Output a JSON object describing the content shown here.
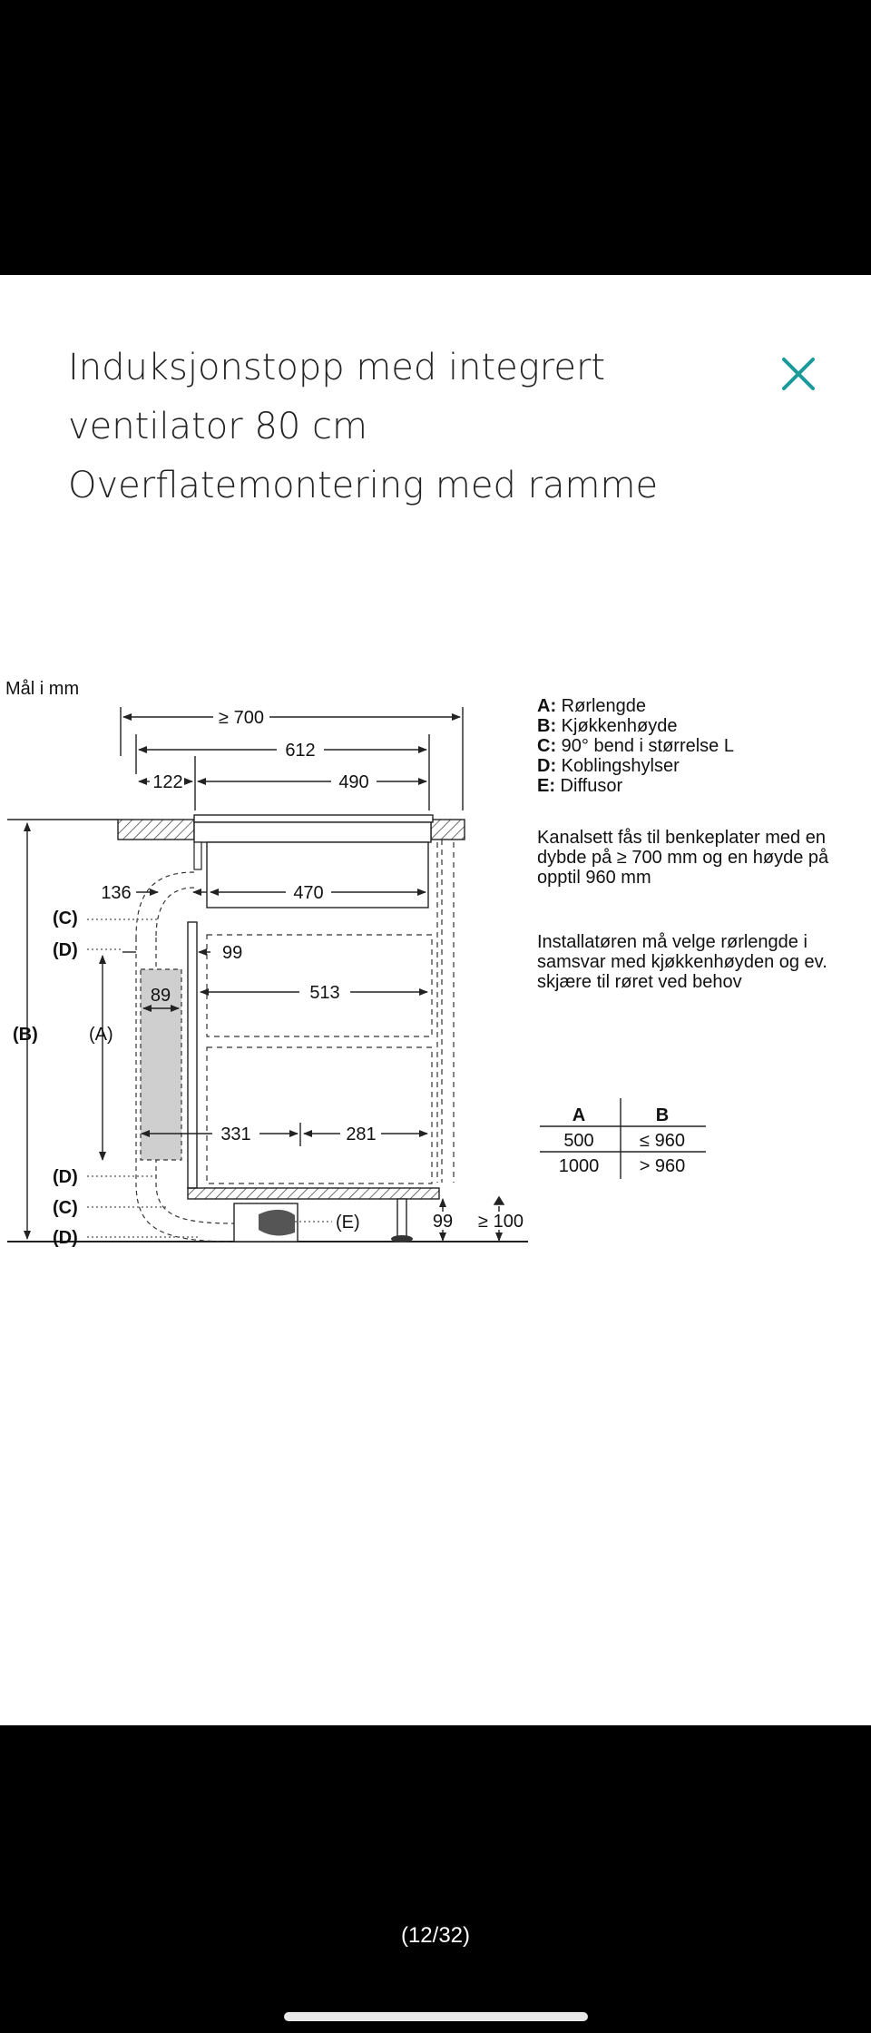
{
  "header": {
    "title_lines": [
      "Induksjonstopp med integrert",
      "ventilator 80 cm",
      "Overflatemontering med ramme"
    ],
    "close_color": "#1a9b9a"
  },
  "diagram": {
    "units_label": "Mål i mm",
    "dims": {
      "d700": "≥ 700",
      "d612": "612",
      "d122": "122",
      "d490": "490",
      "d136": "136",
      "d470": "470",
      "d99a": "99",
      "d513": "513",
      "d89": "89",
      "d331": "331",
      "d281": "281",
      "d99b": "99",
      "d100": "≥ 100"
    },
    "side_labels": {
      "B": "(B)",
      "A": "(A)",
      "C1": "(C)",
      "D1": "(D)",
      "D2": "(D)",
      "C2": "(C)",
      "D3": "(D)",
      "E": "(E)"
    },
    "legend": [
      {
        "key": "A:",
        "text": " Rørlengde"
      },
      {
        "key": "B:",
        "text": " Kjøkkenhøyde"
      },
      {
        "key": "C:",
        "text": " 90° bend i størrelse L"
      },
      {
        "key": "D:",
        "text": " Koblingshylser"
      },
      {
        "key": "E:",
        "text": " Diffusor"
      }
    ],
    "note1": [
      "Kanalsett fås til benkeplater med en",
      "dybde på ≥ 700 mm og en høyde på",
      "opptil 960 mm"
    ],
    "note2": [
      "Installatøren må velge rørlengde i",
      "samsvar med kjøkkenhøyden og ev.",
      "skjære til røret ved behov"
    ],
    "table": {
      "headers": [
        "A",
        "B"
      ],
      "rows": [
        [
          "500",
          "≤ 960"
        ],
        [
          "1000",
          "> 960"
        ]
      ]
    }
  },
  "footer": {
    "counter": "(12/32)"
  }
}
